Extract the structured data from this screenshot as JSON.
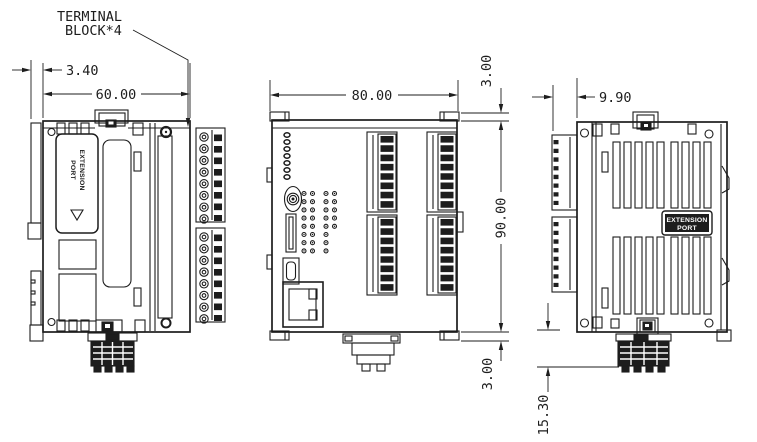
{
  "drawing": {
    "background": "#ffffff",
    "line_color": "#1d1d1d",
    "callout": {
      "line1": "TERMINAL",
      "line2": "BLOCK*4"
    },
    "dimensions": {
      "din_clip_offset": "3.40",
      "side_body_width": "60.00",
      "front_body_width": "80.00",
      "top_tab_height": "3.00",
      "body_height": "90.00",
      "bottom_tab_height": "3.00",
      "terminal_block_depth": "9.90",
      "bottom_connector_height": "15.30"
    },
    "labels": {
      "left_port_line1": "EXTENSION",
      "left_port_line2": "PORT",
      "right_port_line1": "EXTENSION",
      "right_port_line2": "PORT"
    }
  }
}
